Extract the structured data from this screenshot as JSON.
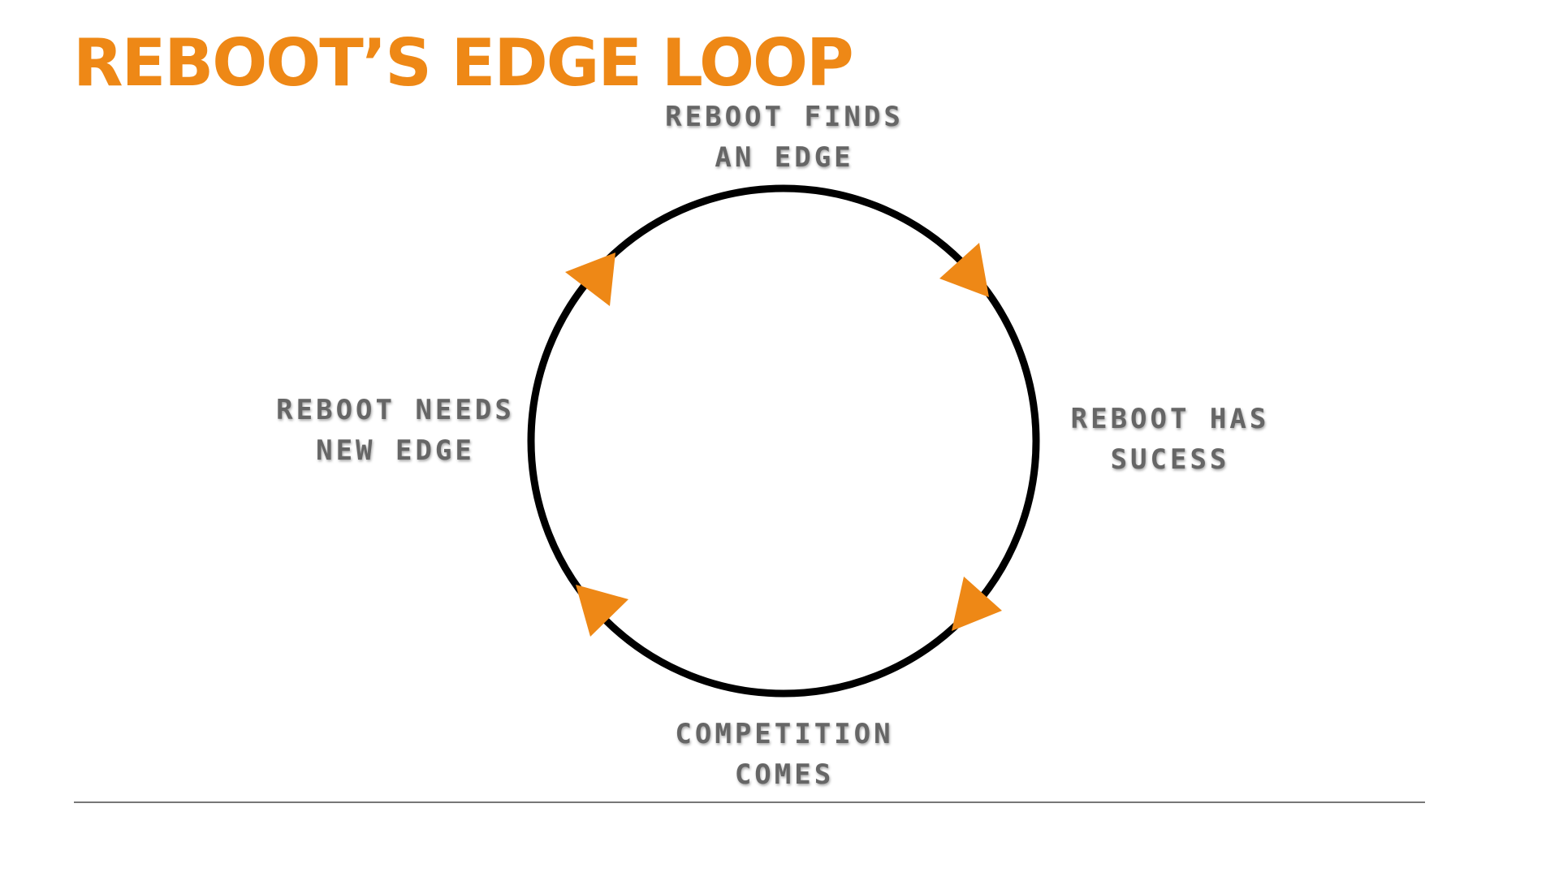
{
  "slide": {
    "title": "REBOOT’S EDGE LOOP"
  },
  "cycle": {
    "direction": "clockwise",
    "stages": [
      {
        "position": "top",
        "line1": "REBOOT FINDS",
        "line2": "AN EDGE"
      },
      {
        "position": "right",
        "line1": "REBOOT HAS",
        "line2": "SUCESS"
      },
      {
        "position": "bottom",
        "line1": "COMPETITION",
        "line2": "COMES"
      },
      {
        "position": "left",
        "line1": "REBOOT NEEDS",
        "line2": "NEW EDGE"
      }
    ]
  },
  "colors": {
    "title": "#ee8816",
    "arrow": "#ee8816",
    "ring": "#000000",
    "label": "#666666",
    "rule": "#777777"
  }
}
